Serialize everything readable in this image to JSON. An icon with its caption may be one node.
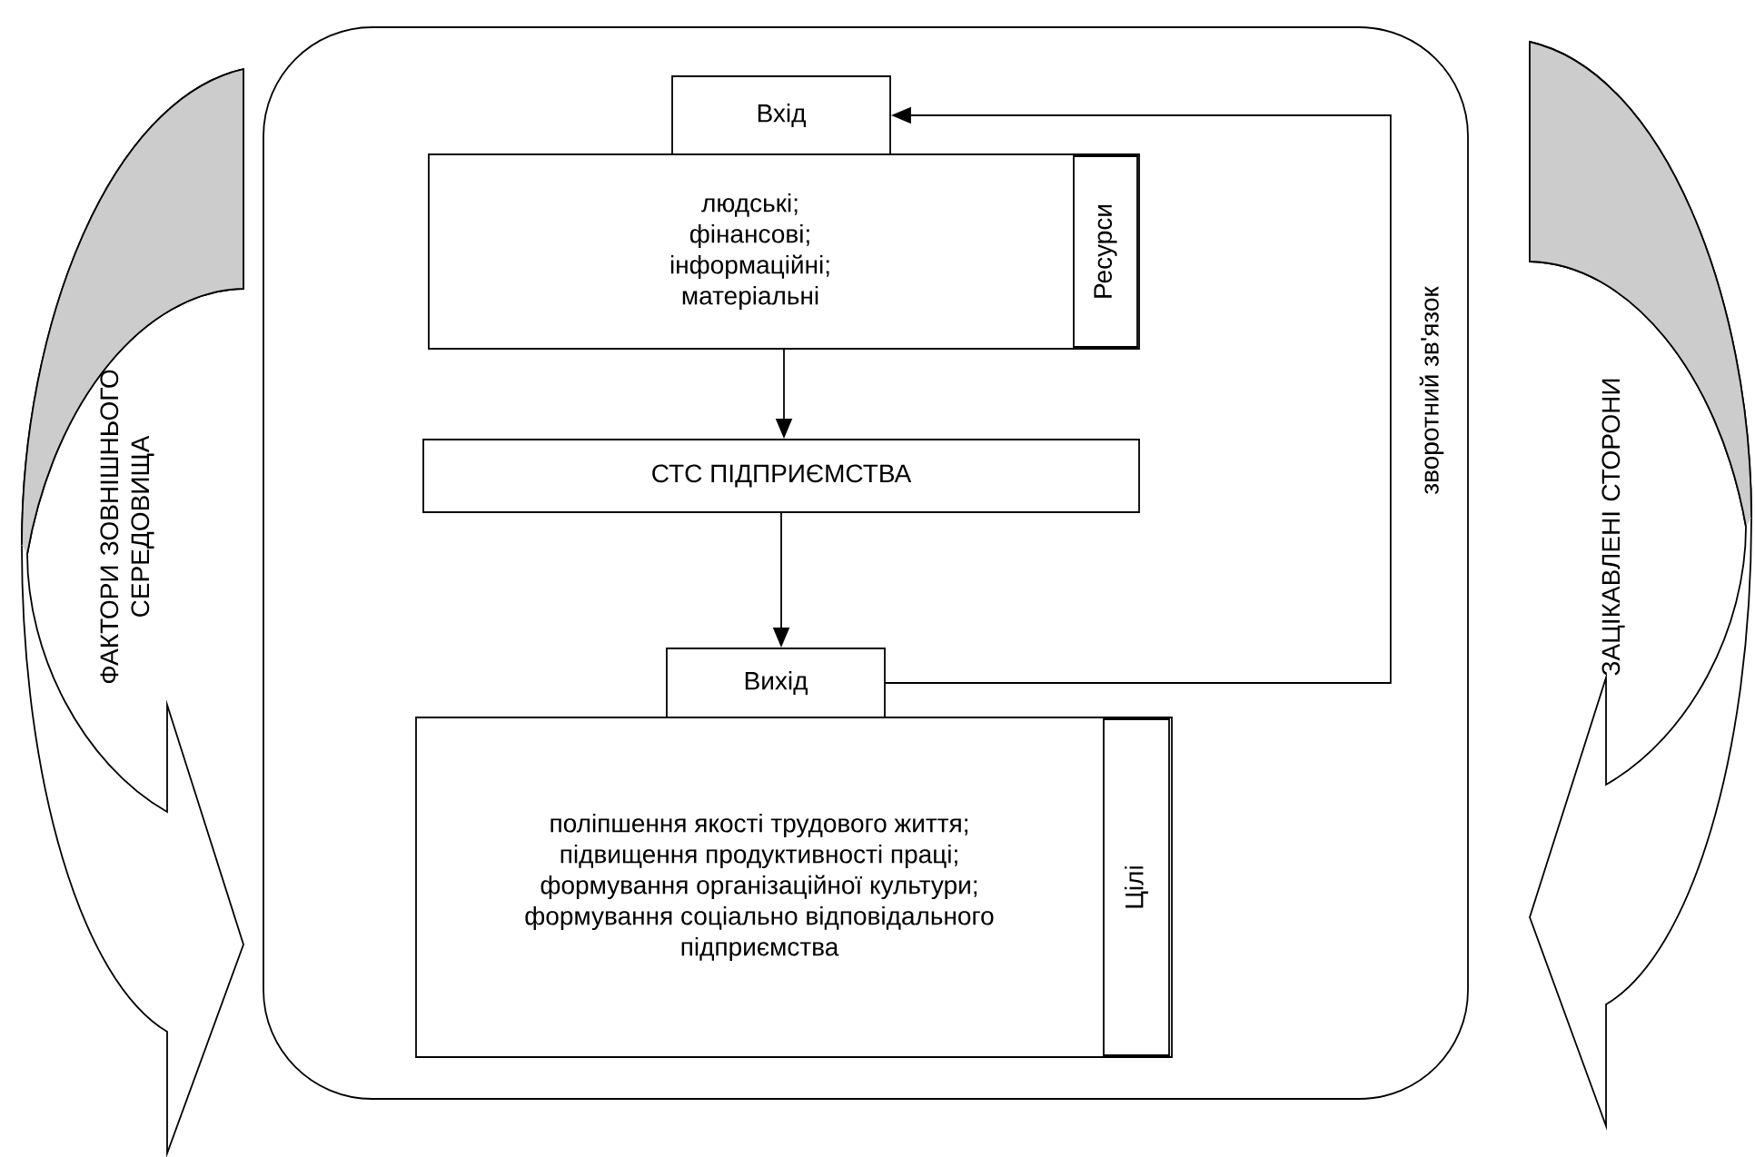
{
  "diagram": {
    "nodes": [
      {
        "text": [],
        "shape": "box"
      },
      {
        "text": [
          "ФАКТОРИ ЗОВНІШНЬОГО СЕРЕДОВИЩА"
        ]
      },
      {
        "text": [
          "ЗАЦІКАВЛЕНІ СТОРОНИ"
        ]
      },
      {
        "text": [
          "Вхід"
        ],
        "in": 0
      },
      {
        "text": [
          "людські; фінансові; інформаційні; матеріальні"
        ],
        "in": 0
      },
      {
        "text": [
          "Ресурси"
        ],
        "in": 4
      },
      {
        "text": [
          "СТС ПІДПРИЄМСТВА"
        ],
        "in": 0
      },
      {
        "text": [
          "Вихід"
        ],
        "in": 0
      },
      {
        "text": [
          "поліпшення якості трудового життя; підвищення продуктивності праці; формування організаційної культури; формування соціально відповідального підприємства"
        ],
        "in": 0
      },
      {
        "text": [
          "Цілі"
        ],
        "in": 8
      }
    ],
    "edges": [
      {
        "from": 4,
        "to": 6,
        "arrow": "to"
      },
      {
        "from": 6,
        "to": 7,
        "arrow": "to"
      },
      {
        "from": 7,
        "to": 3,
        "arrow": "to",
        "label": "зворотний зв'язок"
      }
    ]
  }
}
